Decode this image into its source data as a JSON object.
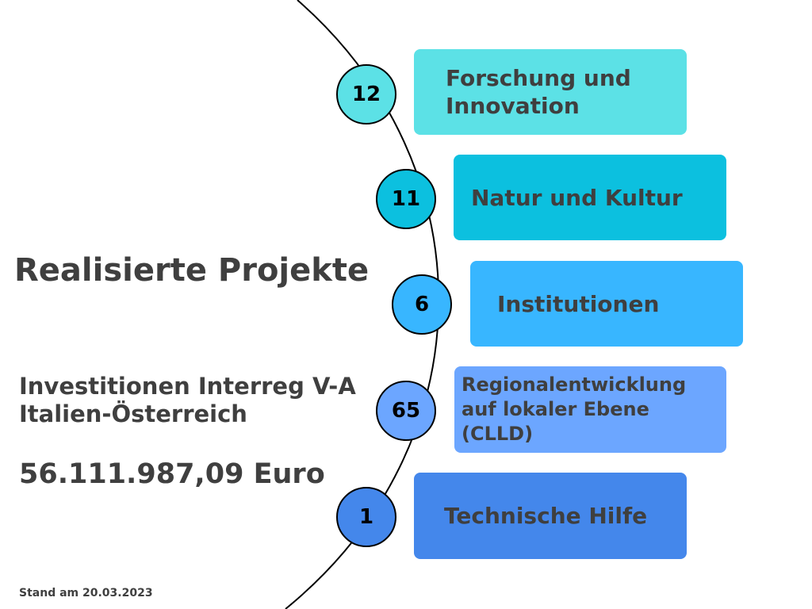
{
  "title": "Realisierte Projekte",
  "investment": {
    "label_line1": "Investitionen Interreg V-A",
    "label_line2": "Italien-Österreich",
    "amount": "56.111.987,09 Euro"
  },
  "footnote": "Stand am 20.03.2023",
  "categories": [
    {
      "count": "12",
      "lines": [
        "Forschung und",
        "Innovation"
      ],
      "color": "#5ce1e6"
    },
    {
      "count": "11",
      "lines": [
        "Natur und Kultur"
      ],
      "color": "#0cc0df"
    },
    {
      "count": "6",
      "lines": [
        "Institutionen"
      ],
      "color": "#38b6ff"
    },
    {
      "count": "65",
      "lines": [
        "Regionalentwicklung",
        "auf lokaler Ebene",
        "(CLLD)"
      ],
      "color": "#6ca6ff"
    },
    {
      "count": "1",
      "lines": [
        "Technische Hilfe"
      ],
      "color": "#4487eb"
    }
  ]
}
